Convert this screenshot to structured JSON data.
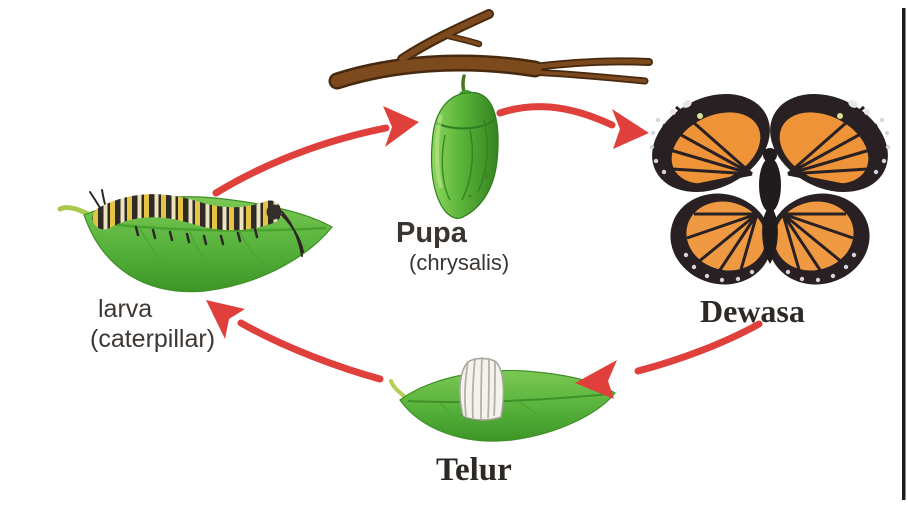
{
  "diagram": {
    "subject": "butterfly-life-cycle",
    "stages": [
      {
        "id": "telur",
        "label": "Telur"
      },
      {
        "id": "larva",
        "label": "larva",
        "sublabel": "(caterpillar)"
      },
      {
        "id": "pupa",
        "label": "Pupa",
        "sublabel": "(chrysalis)"
      },
      {
        "id": "dewasa",
        "label": "Dewasa"
      }
    ],
    "transitions": [
      {
        "from": "telur",
        "to": "larva"
      },
      {
        "from": "larva",
        "to": "pupa"
      },
      {
        "from": "pupa",
        "to": "dewasa"
      },
      {
        "from": "dewasa",
        "to": "telur"
      }
    ]
  },
  "illustrations": [
    {
      "name": "branch-icon",
      "meaning": "tree branch the pupa hangs from"
    },
    {
      "name": "chrysalis-icon",
      "meaning": "green chrysalis (pupa)"
    },
    {
      "name": "butterfly-icon",
      "meaning": "adult monarch butterfly"
    },
    {
      "name": "caterpillar-icon",
      "meaning": "striped caterpillar on leaf"
    },
    {
      "name": "egg-icon",
      "meaning": "white ribbed egg on leaf"
    }
  ],
  "colors": {
    "background": "#ffffff",
    "arrow_red": "#df403c",
    "leaf_green": "#55b13a",
    "branch_brown": "#7d4a1e",
    "chrysalis_green": "#58b637",
    "butterfly_orange": "#ee9338",
    "wing_black": "#282022",
    "egg_white": "#f4f2ec",
    "label_text": "#35312d",
    "frame_line": "#1c1c1c"
  }
}
